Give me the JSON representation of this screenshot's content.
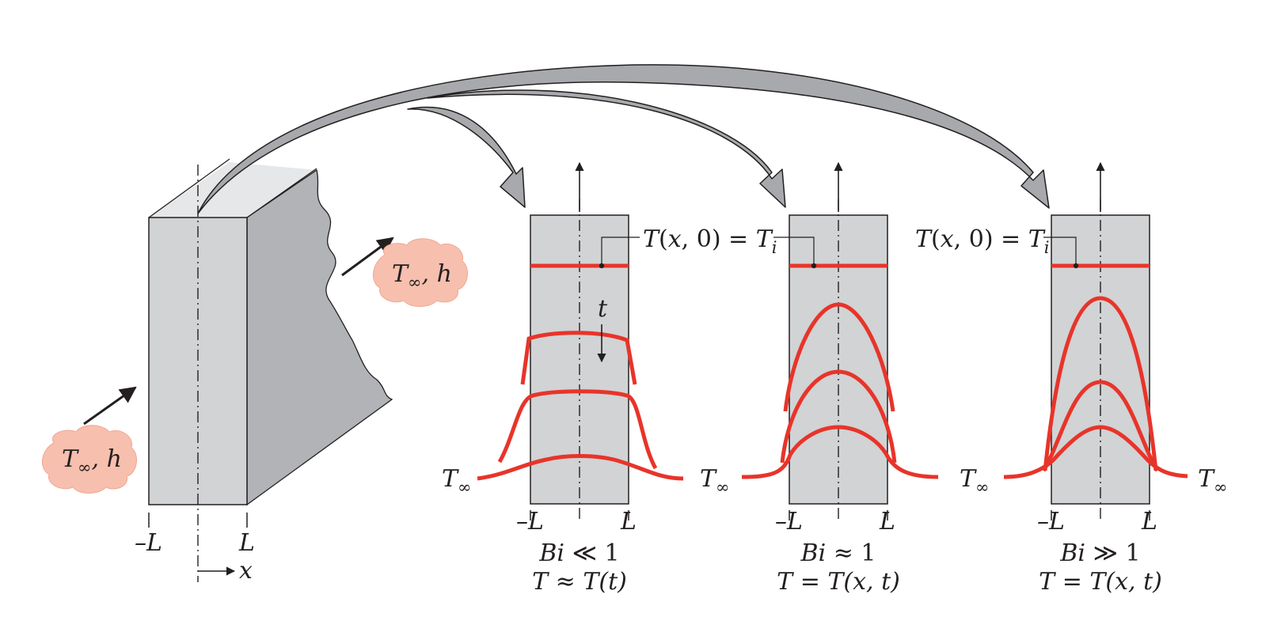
{
  "colors": {
    "profile": "#e8342a",
    "slab_fill": "#d1d3d4",
    "slab_side": "#b1b3b6",
    "slab_top": "#e6e7e8",
    "arrow_fill": "#a7a9ac",
    "cloud": "#f7bfae",
    "ink": "#231f20"
  },
  "slab": {
    "fluid_symbol": "T",
    "fluid_subscript": "∞",
    "fluid_rest": ", h",
    "left_face_label": "–L",
    "right_face_label": "L",
    "x_axis_label": "x"
  },
  "initial_label": {
    "T": "T",
    "args_open": "(",
    "x": "x",
    "args_mid": ", 0) = ",
    "Ti": "T",
    "Ti_sub": "i"
  },
  "time_label": "t",
  "panels": [
    {
      "name": "bi-small",
      "left_label": "–L",
      "right_label": "L",
      "T_symbol": "T",
      "T_subscript": "∞",
      "bi_text": "Bi",
      "bi_relation": " ≪ 1",
      "temp_text": "T ≈ T(t)"
    },
    {
      "name": "bi-one",
      "left_label": "–L",
      "right_label": "L",
      "T_symbol": "T",
      "T_subscript": "∞",
      "bi_text": "Bi",
      "bi_relation": " ≈ 1",
      "temp_text": "T = T(x, t)"
    },
    {
      "name": "bi-large",
      "left_label": "–L",
      "right_label": "L",
      "T_symbol": "T",
      "T_subscript": "∞",
      "bi_text": "Bi",
      "bi_relation": " ≫ 1",
      "temp_text": "T = T(x, t)"
    }
  ]
}
